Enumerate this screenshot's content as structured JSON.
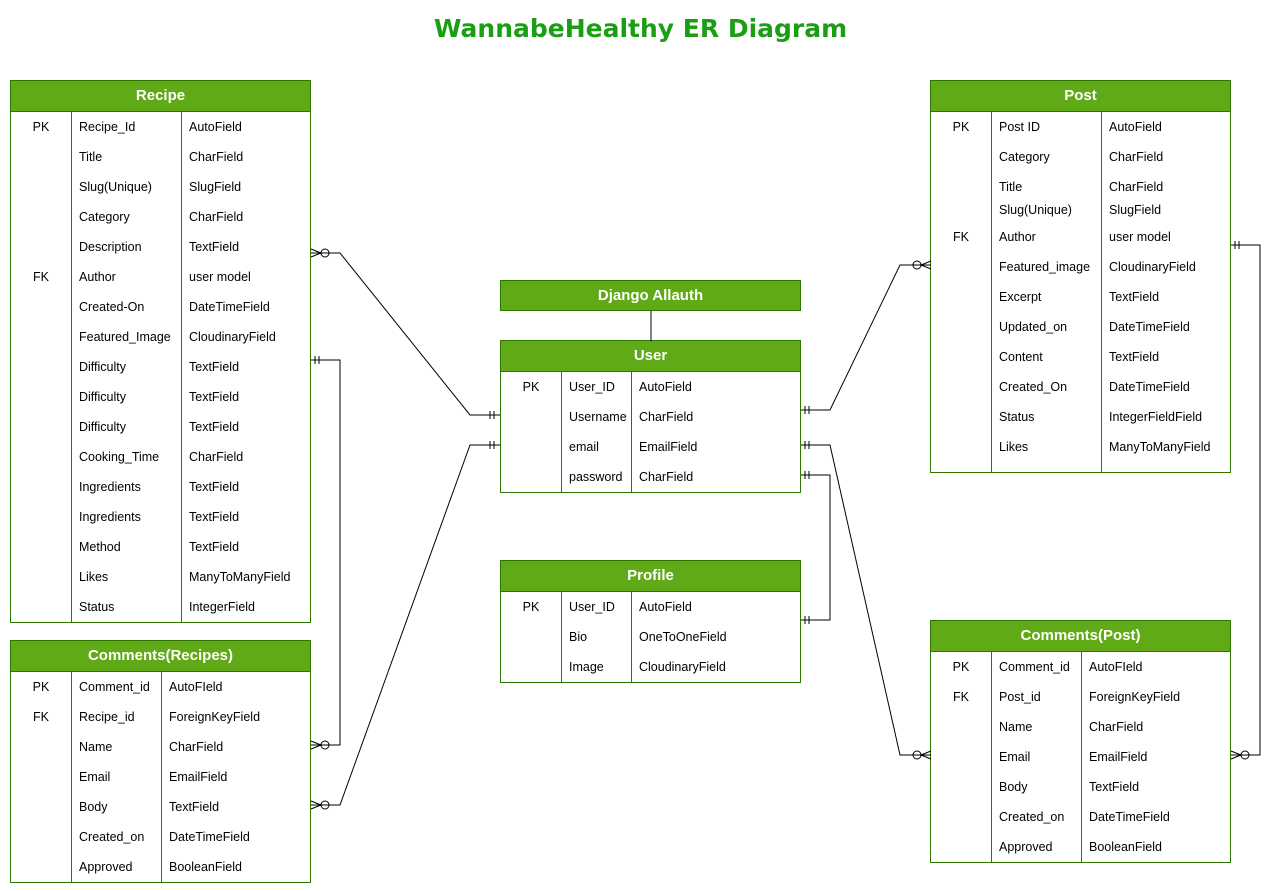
{
  "title": "WannabeHealthy ER Diagram",
  "colors": {
    "title": "#1a9e14",
    "header": "#60a917",
    "border": "#2d7600"
  },
  "simple_box": {
    "name": "Django Allauth"
  },
  "entities": {
    "recipe": {
      "name": "Recipe",
      "rows": [
        {
          "key": "PK",
          "field": "Recipe_Id",
          "type": "AutoField"
        },
        {
          "key": "",
          "field": "Title",
          "type": "CharField"
        },
        {
          "key": "",
          "field": "Slug(Unique)",
          "type": "SlugField"
        },
        {
          "key": "",
          "field": "Category",
          "type": "CharField"
        },
        {
          "key": "",
          "field": "Description",
          "type": "TextField"
        },
        {
          "key": "FK",
          "field": "Author",
          "type": "user model"
        },
        {
          "key": "",
          "field": "Created-On",
          "type": "DateTimeField"
        },
        {
          "key": "",
          "field": "Featured_Image",
          "type": "CloudinaryField"
        },
        {
          "key": "",
          "field": "Difficulty",
          "type": "TextField"
        },
        {
          "key": "",
          "field": "Difficulty",
          "type": "TextField"
        },
        {
          "key": "",
          "field": "Difficulty",
          "type": "TextField"
        },
        {
          "key": "",
          "field": "Cooking_Time",
          "type": "CharField"
        },
        {
          "key": "",
          "field": "Ingredients",
          "type": "TextField"
        },
        {
          "key": "",
          "field": "Ingredients",
          "type": "TextField"
        },
        {
          "key": "",
          "field": "Method",
          "type": "TextField"
        },
        {
          "key": "",
          "field": "Likes",
          "type": "ManyToManyField"
        },
        {
          "key": "",
          "field": "Status",
          "type": "IntegerField"
        }
      ]
    },
    "comments_recipes": {
      "name": "Comments(Recipes)",
      "rows": [
        {
          "key": "PK",
          "field": "Comment_id",
          "type": "AutoFIeld"
        },
        {
          "key": "FK",
          "field": "Recipe_id",
          "type": "ForeignKeyField"
        },
        {
          "key": "",
          "field": "Name",
          "type": "CharField"
        },
        {
          "key": "",
          "field": "Email",
          "type": "EmailField"
        },
        {
          "key": "",
          "field": "Body",
          "type": "TextField"
        },
        {
          "key": "",
          "field": "Created_on",
          "type": "DateTimeField"
        },
        {
          "key": "",
          "field": "Approved",
          "type": "BooleanField"
        }
      ]
    },
    "user": {
      "name": "User",
      "rows": [
        {
          "key": "PK",
          "field": "User_ID",
          "type": "AutoField"
        },
        {
          "key": "",
          "field": "Username",
          "type": "CharField"
        },
        {
          "key": "",
          "field": "email",
          "type": "EmailField"
        },
        {
          "key": "",
          "field": "password",
          "type": "CharField"
        }
      ]
    },
    "profile": {
      "name": "Profile",
      "rows": [
        {
          "key": "PK",
          "field": "User_ID",
          "type": "AutoField"
        },
        {
          "key": "",
          "field": "Bio",
          "type": "OneToOneField"
        },
        {
          "key": "",
          "field": "Image",
          "type": "CloudinaryField"
        }
      ]
    },
    "post": {
      "name": "Post",
      "rows": [
        {
          "key": "PK",
          "field": "Post ID",
          "type": "AutoField"
        },
        {
          "key": "",
          "field": "Category",
          "type": "CharField"
        },
        {
          "key": "",
          "field": "Title",
          "type": "CharField"
        },
        {
          "key": "",
          "field": "Slug(Unique)",
          "type": "SlugField"
        },
        {
          "key": "FK",
          "field": "Author",
          "type": "user model"
        },
        {
          "key": "",
          "field": "Featured_image",
          "type": "CloudinaryField"
        },
        {
          "key": "",
          "field": "Excerpt",
          "type": "TextField"
        },
        {
          "key": "",
          "field": "Updated_on",
          "type": "DateTimeField"
        },
        {
          "key": "",
          "field": "Content",
          "type": "TextField"
        },
        {
          "key": "",
          "field": "Created_On",
          "type": "DateTimeField"
        },
        {
          "key": "",
          "field": "Status",
          "type": "IntegerFieldField"
        },
        {
          "key": "",
          "field": "Likes",
          "type": "ManyToManyField"
        }
      ]
    },
    "comments_post": {
      "name": "Comments(Post)",
      "rows": [
        {
          "key": "PK",
          "field": "Comment_id",
          "type": "AutoFIeld"
        },
        {
          "key": "FK",
          "field": "Post_id",
          "type": "ForeignKeyField"
        },
        {
          "key": "",
          "field": "Name",
          "type": "CharField"
        },
        {
          "key": "",
          "field": "Email",
          "type": "EmailField"
        },
        {
          "key": "",
          "field": "Body",
          "type": "TextField"
        },
        {
          "key": "",
          "field": "Created_on",
          "type": "DateTimeField"
        },
        {
          "key": "",
          "field": "Approved",
          "type": "BooleanField"
        }
      ]
    }
  }
}
